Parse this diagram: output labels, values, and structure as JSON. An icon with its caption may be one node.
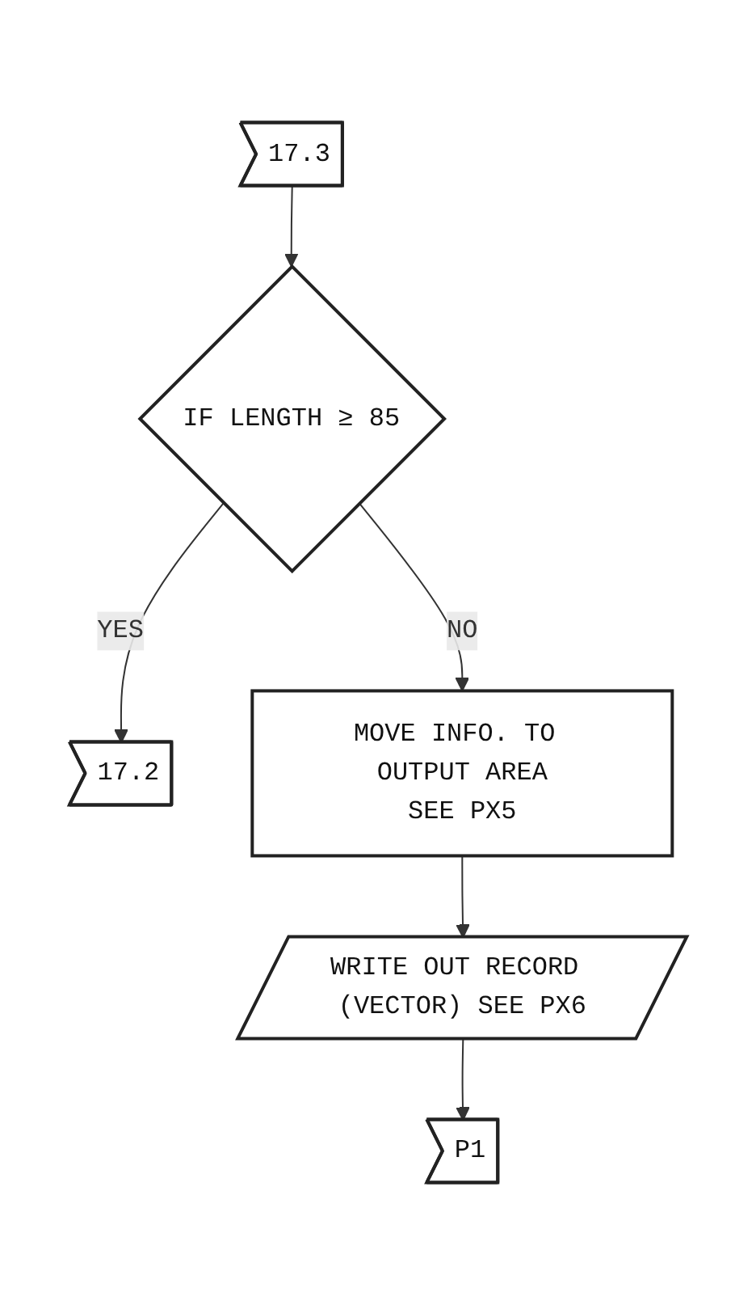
{
  "diagram": {
    "nodes": [
      {
        "text": [
          "17.3"
        ]
      },
      {
        "text": [
          "IF LENGTH ≥ 85"
        ]
      },
      {
        "text": [
          "17.2"
        ]
      },
      {
        "text": [
          "MOVE INFO. TO OUTPUT AREA",
          "SEE PX5"
        ]
      },
      {
        "text": [
          "WRITE OUT RECORD (VECTOR) SEE PX6"
        ]
      },
      {
        "text": [
          "P1"
        ]
      }
    ],
    "edges": [
      {
        "from": 0,
        "to": 1,
        "arrow": "to"
      },
      {
        "from": 1,
        "to": 2,
        "arrow": "to",
        "label": "YES"
      },
      {
        "from": 1,
        "to": 3,
        "arrow": "to",
        "label": "NO"
      },
      {
        "from": 3,
        "to": 4,
        "arrow": "to"
      },
      {
        "from": 4,
        "to": 5,
        "arrow": "to"
      }
    ]
  }
}
